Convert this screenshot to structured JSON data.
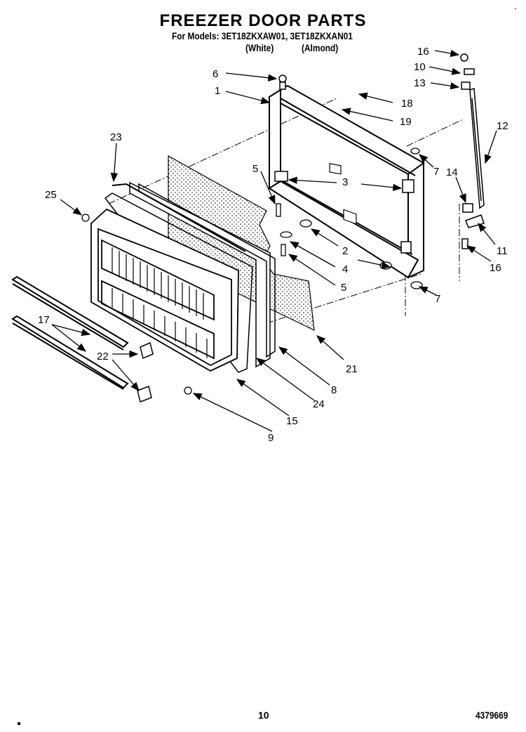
{
  "header": {
    "title": "FREEZER DOOR PARTS",
    "models": "For Models: 3ET18ZKXAW01, 3ET18ZKXAN01",
    "white_label": "(White)",
    "almond_label": "(Almond)"
  },
  "footer": {
    "page_number": "10",
    "document_number": "4379669",
    "left_mark": "▪",
    "corner_mark": "˙"
  },
  "parts": {
    "p1": "1",
    "p2": "2",
    "p3": "3",
    "p4": "4",
    "p5a": "5",
    "p5b": "5",
    "p6": "6",
    "p7a": "7",
    "p7b": "7",
    "p8": "8",
    "p9": "9",
    "p10": "10",
    "p11": "11",
    "p12": "12",
    "p13": "13",
    "p14": "14",
    "p15": "15",
    "p16a": "16",
    "p16b": "16",
    "p17": "17",
    "p18": "18",
    "p19": "19",
    "p21": "21",
    "p22": "22",
    "p23": "23",
    "p24": "24",
    "p25": "25"
  },
  "colors": {
    "ink": "#000000",
    "foam": "#d8d8d8",
    "paper": "#ffffff"
  }
}
